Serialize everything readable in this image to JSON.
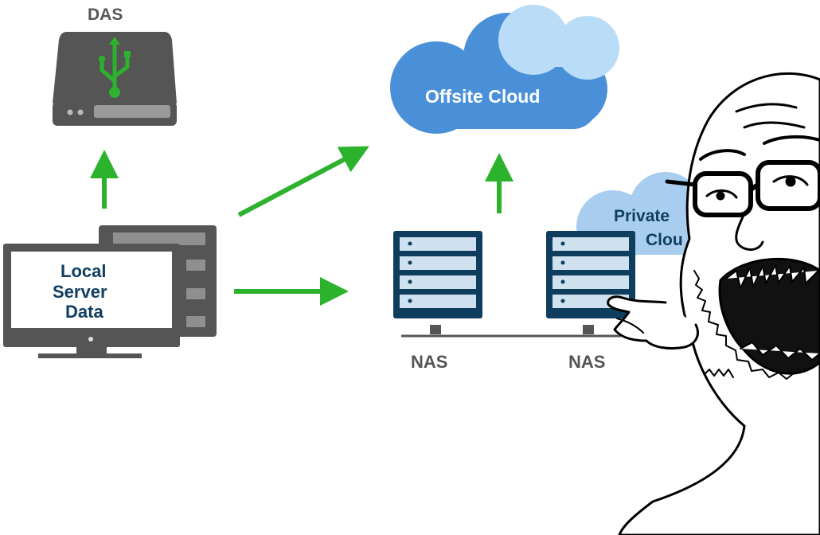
{
  "labels": {
    "das": "DAS",
    "offsite_cloud": "Offsite Cloud",
    "private_cloud_line1": "Private",
    "private_cloud_line2": "Clou",
    "local_server_line1": "Local",
    "local_server_line2": "Server",
    "local_server_line3": "Data",
    "nas_1": "NAS",
    "nas_2": "NAS"
  },
  "colors": {
    "arrow_green": "#2db22d",
    "device_gray": "#5a5a5a",
    "cloud_blue": "#4a90d9",
    "cloud_light_blue": "#b9dcf7",
    "nas_navy": "#0f3d5e",
    "label_navy": "#103e60",
    "label_gray": "#555555"
  },
  "icons": [
    "hard-drive-icon",
    "usb-icon",
    "cloud-icon",
    "server-stack-icon",
    "monitor-icon",
    "soyjak-face-icon"
  ]
}
